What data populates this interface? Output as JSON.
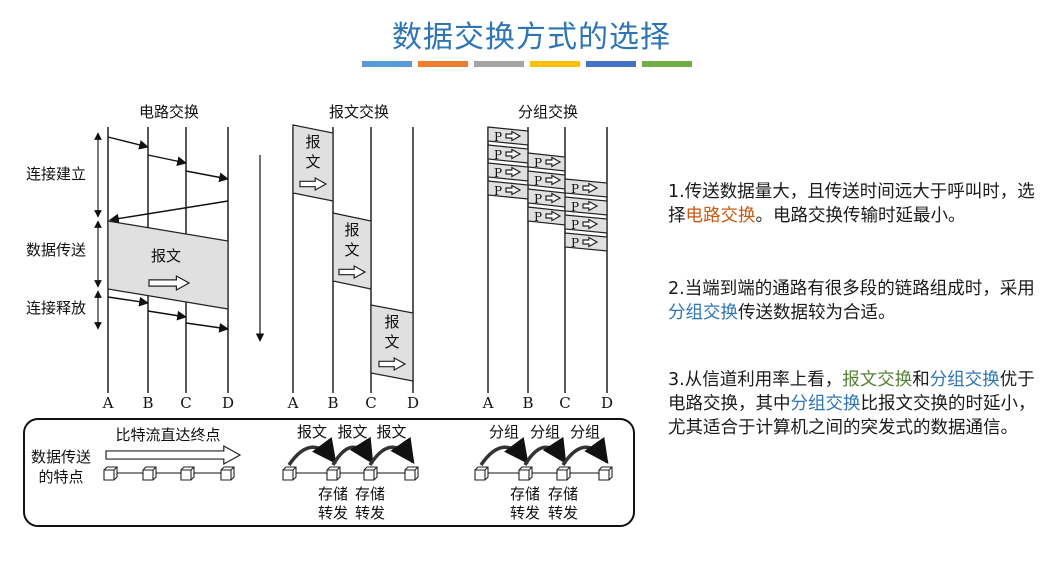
{
  "title": "数据交换方式的选择",
  "bar_colors": [
    "#5b9bd5",
    "#ed7d31",
    "#a5a5a5",
    "#ffc000",
    "#4472c4",
    "#70ad47"
  ],
  "diagram": {
    "col_titles": [
      "电路交换",
      "报文交换",
      "分组交换"
    ],
    "phase_labels": [
      "连接建立",
      "数据传送",
      "连接释放"
    ],
    "node_labels": [
      "A",
      "B",
      "C",
      "D"
    ],
    "message_label": "报文",
    "packet_label": "P",
    "bottom": {
      "row_label_line1": "数据传送",
      "row_label_line2": "的特点",
      "circuit_caption": "比特流直达终点",
      "message_hops": [
        "报文",
        "报文",
        "报文"
      ],
      "packet_hops": [
        "分组",
        "分组",
        "分组"
      ],
      "store_forward_line1": "存储",
      "store_forward_line2": "转发"
    }
  },
  "paragraphs": [
    {
      "segments": [
        {
          "text": "1.传送数据量大，且传送时间远大于呼叫时，选择",
          "style": ""
        },
        {
          "text": "电路交换",
          "style": "orange"
        },
        {
          "text": "。电路交换传输时延最小。",
          "style": ""
        }
      ]
    },
    {
      "segments": [
        {
          "text": "2.当端到端的通路有很多段的链路组成时，采用",
          "style": ""
        },
        {
          "text": "分组交换",
          "style": "blue"
        },
        {
          "text": "传送数据较为合适。",
          "style": ""
        }
      ]
    },
    {
      "segments": [
        {
          "text": "3.从信道利用率上看，",
          "style": ""
        },
        {
          "text": "报文交换",
          "style": "green"
        },
        {
          "text": "和",
          "style": ""
        },
        {
          "text": "分组交换",
          "style": "blue"
        },
        {
          "text": "优于电路交换，其中",
          "style": ""
        },
        {
          "text": "分组交换",
          "style": "blue"
        },
        {
          "text": "比报文交换的时延小，尤其适合于计算机之间的突发式的数据通信。",
          "style": ""
        }
      ]
    }
  ]
}
